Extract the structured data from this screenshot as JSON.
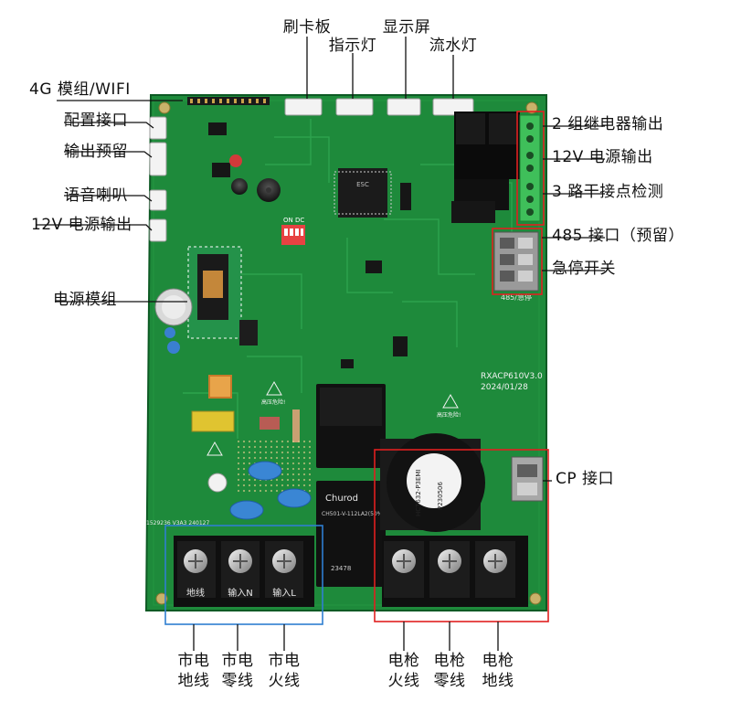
{
  "labels": {
    "top": {
      "card_board": "刷卡板",
      "display": "显示屏",
      "indicator": "指示灯",
      "water_light": "流水灯"
    },
    "left": {
      "module_4g": "4G 模组/WIFI",
      "config_port": "配置接口",
      "output_reserved": "输出预留",
      "speaker": "语音喇叭",
      "power_out_12v": "12V 电源输出",
      "power_module": "电源模组"
    },
    "right": {
      "relay_out": "2 组继电器输出",
      "power_out_12v": "12V 电源输出",
      "dry_contact": "3 路干接点检测",
      "port_485": "485 接口（预留）",
      "estop": "急停开关",
      "cp_port": "CP 接口"
    },
    "bottom": {
      "mains_ground": [
        "市电",
        "地线"
      ],
      "mains_neutral": [
        "市电",
        "零线"
      ],
      "mains_live": [
        "市电",
        "火线"
      ],
      "gun_live": [
        "电枪",
        "火线"
      ],
      "gun_neutral": [
        "电枪",
        "零线"
      ],
      "gun_ground": [
        "电枪",
        "地线"
      ]
    }
  },
  "board": {
    "model": "RXACP610V3.0",
    "date": "2024/01/28",
    "dip_label": "ON DC",
    "relay_brand": "Churod",
    "relay_model": "CH501-V-112LA2(50%)",
    "relay_code": "23478",
    "sensor_model": "HCT632-P3EMI",
    "sensor_code": "P230506",
    "chip_label": "ESC",
    "serial": "1529236 V3A3 240127",
    "terminal_ground": "地线",
    "terminal_in_n": "输入N",
    "terminal_in_l": "输入L",
    "warning_text": "高压危险!",
    "port_485_silk": "485/急停"
  },
  "colors": {
    "pcb": "#1f8a3c",
    "pcb_dark": "#0f5e27",
    "blue_box": "#2f7fd0",
    "red_box": "#e02020",
    "terminal_green": "#3fbf5a"
  }
}
